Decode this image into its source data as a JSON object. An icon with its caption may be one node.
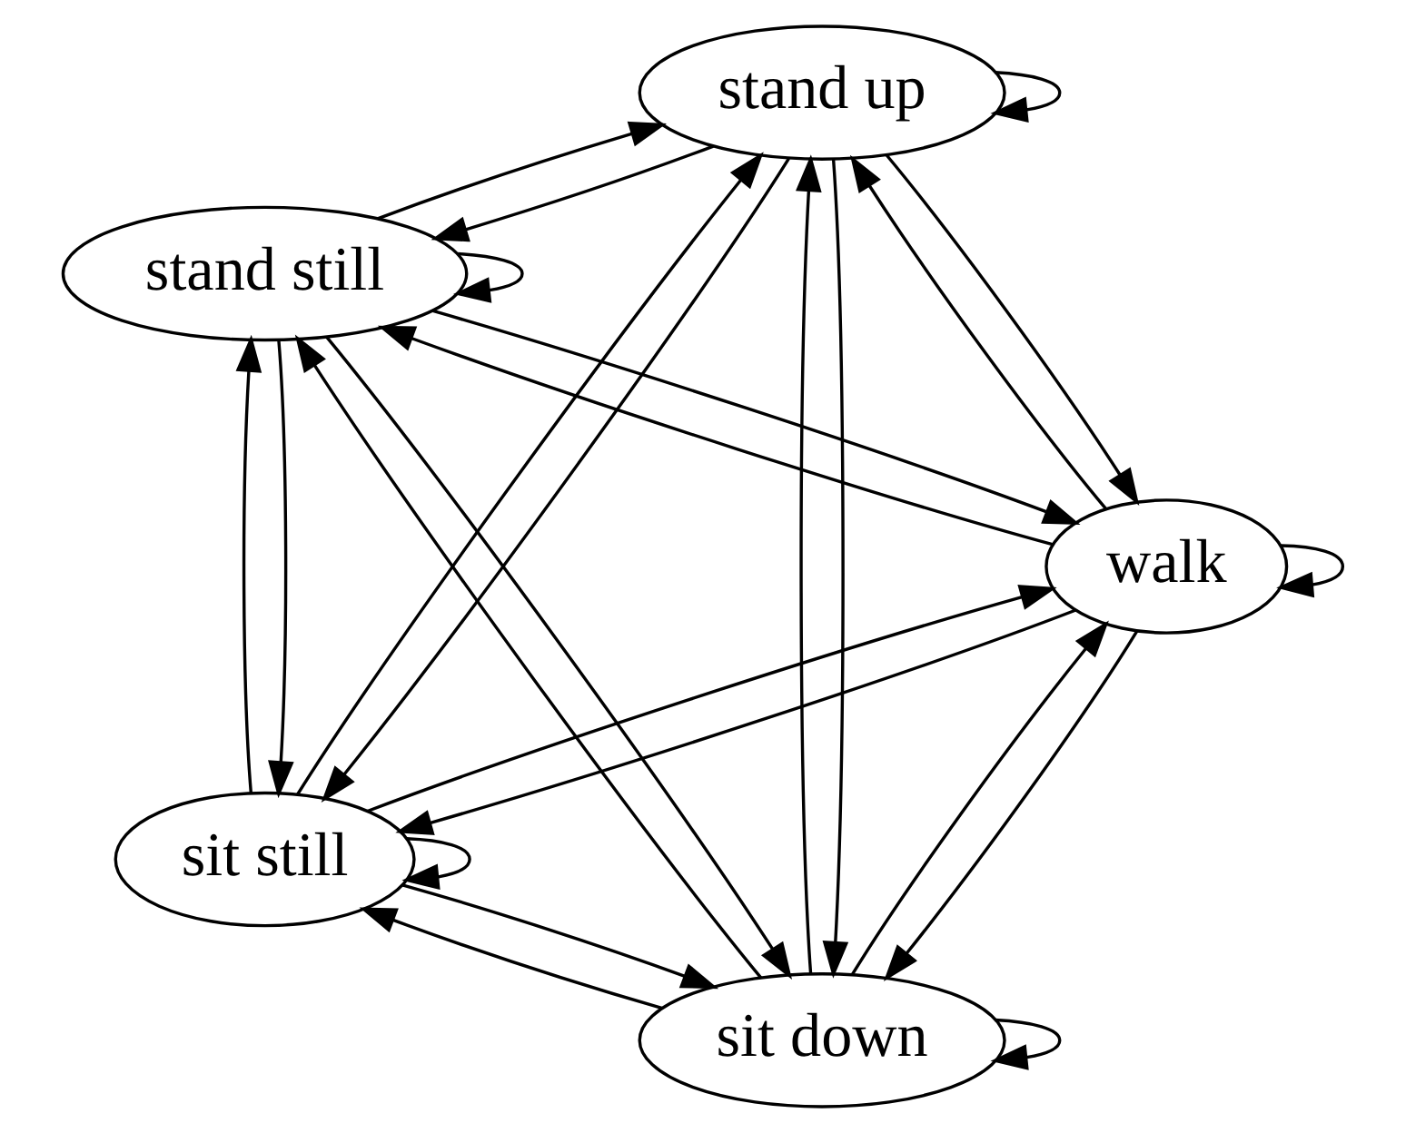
{
  "diagram": {
    "nodes": [
      {
        "text": [
          "sit down"
        ]
      },
      {
        "text": [
          "walk"
        ]
      },
      {
        "text": [
          "stand still"
        ]
      },
      {
        "text": [
          "stand up"
        ]
      },
      {
        "text": [
          "sit still"
        ]
      }
    ],
    "edges": [
      {
        "from": 0,
        "to": 0,
        "arrow": "to"
      },
      {
        "from": 0,
        "to": 1,
        "arrow": "to"
      },
      {
        "from": 0,
        "to": 2,
        "arrow": "to"
      },
      {
        "from": 0,
        "to": 3,
        "arrow": "to"
      },
      {
        "from": 0,
        "to": 4,
        "arrow": "to"
      },
      {
        "from": 1,
        "to": 0,
        "arrow": "to"
      },
      {
        "from": 1,
        "to": 1,
        "arrow": "to"
      },
      {
        "from": 1,
        "to": 2,
        "arrow": "to"
      },
      {
        "from": 1,
        "to": 3,
        "arrow": "to"
      },
      {
        "from": 1,
        "to": 4,
        "arrow": "to"
      },
      {
        "from": 2,
        "to": 0,
        "arrow": "to"
      },
      {
        "from": 2,
        "to": 1,
        "arrow": "to"
      },
      {
        "from": 2,
        "to": 2,
        "arrow": "to"
      },
      {
        "from": 2,
        "to": 3,
        "arrow": "to"
      },
      {
        "from": 2,
        "to": 4,
        "arrow": "to"
      },
      {
        "from": 3,
        "to": 0,
        "arrow": "to"
      },
      {
        "from": 3,
        "to": 1,
        "arrow": "to"
      },
      {
        "from": 3,
        "to": 2,
        "arrow": "to"
      },
      {
        "from": 3,
        "to": 3,
        "arrow": "to"
      },
      {
        "from": 3,
        "to": 4,
        "arrow": "to"
      },
      {
        "from": 4,
        "to": 0,
        "arrow": "to"
      },
      {
        "from": 4,
        "to": 1,
        "arrow": "to"
      },
      {
        "from": 4,
        "to": 2,
        "arrow": "to"
      },
      {
        "from": 4,
        "to": 3,
        "arrow": "to"
      },
      {
        "from": 4,
        "to": 4,
        "arrow": "to"
      }
    ]
  }
}
